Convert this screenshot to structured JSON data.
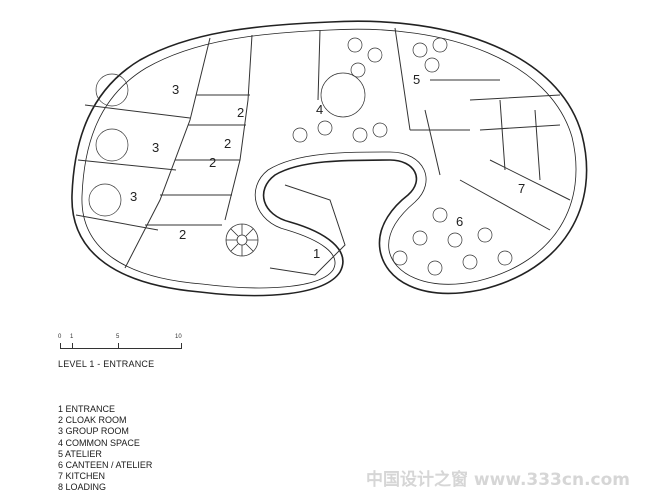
{
  "plan": {
    "room_numbers": [
      "1",
      "2",
      "2",
      "2",
      "2",
      "3",
      "3",
      "3",
      "4",
      "5",
      "6",
      "7"
    ]
  },
  "scale": {
    "ticks": [
      "0",
      "1",
      "5",
      "10"
    ]
  },
  "level_title": "LEVEL 1 - ENTRANCE",
  "legend": [
    "1 ENTRANCE",
    "2 CLOAK ROOM",
    "3 GROUP ROOM",
    "4 COMMON SPACE",
    "5 ATELIER",
    "6 CANTEEN / ATELIER",
    "7 KITCHEN",
    "8 LOADING"
  ],
  "watermark": "中国设计之窗 www.333cn.com"
}
